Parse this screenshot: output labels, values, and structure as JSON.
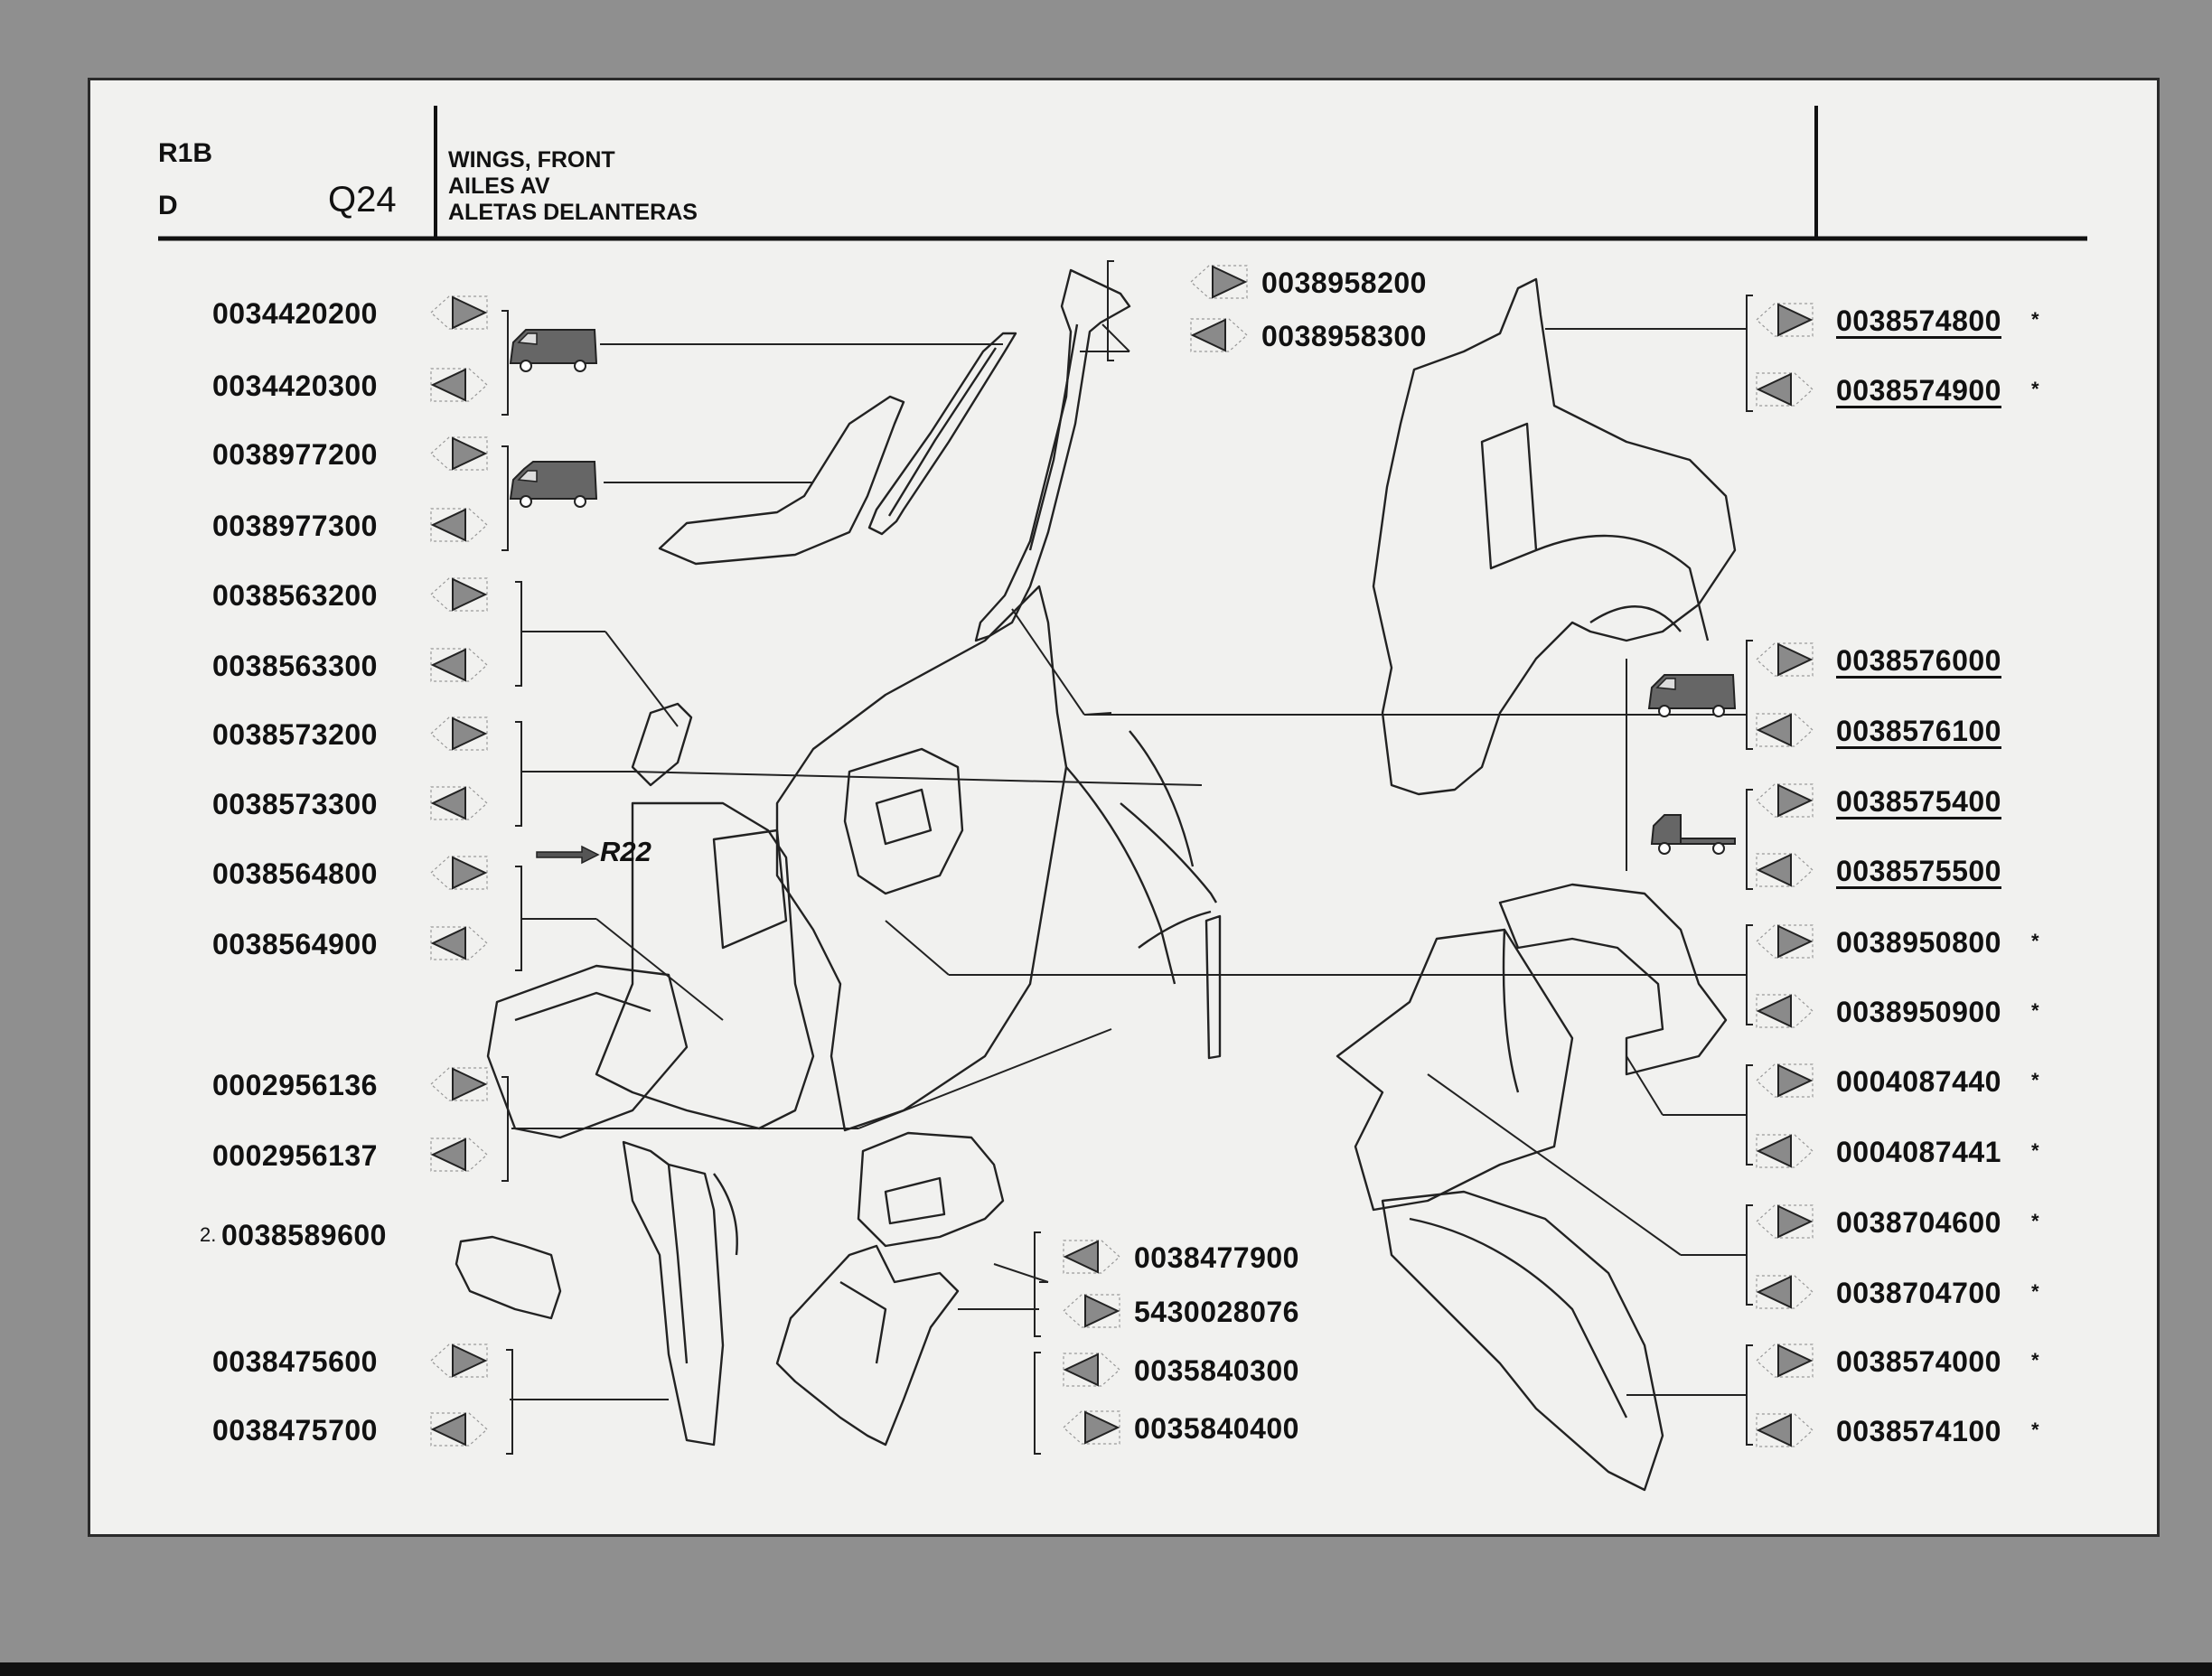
{
  "header": {
    "model_code": "R1B",
    "lang_code": "D",
    "page_code": "Q24",
    "titles": [
      "WINGS, FRONT",
      "AILES AV",
      "ALETAS DELANTERAS"
    ]
  },
  "reference": "R22",
  "left_parts": [
    {
      "number": "0034420200",
      "side": "right"
    },
    {
      "number": "0034420300",
      "side": "left"
    },
    {
      "number": "0038977200",
      "side": "right"
    },
    {
      "number": "0038977300",
      "side": "left"
    },
    {
      "number": "0038563200",
      "side": "right"
    },
    {
      "number": "0038563300",
      "side": "left"
    },
    {
      "number": "0038573200",
      "side": "right"
    },
    {
      "number": "0038573300",
      "side": "left"
    },
    {
      "number": "0038564800",
      "side": "right"
    },
    {
      "number": "0038564900",
      "side": "left"
    },
    {
      "number": "0002956136",
      "side": "right"
    },
    {
      "number": "0002956137",
      "side": "left"
    },
    {
      "number": "0038589600",
      "quantity": "2."
    },
    {
      "number": "0038475600",
      "side": "right"
    },
    {
      "number": "0038475700",
      "side": "left"
    }
  ],
  "center_parts": [
    {
      "number": "0038958200",
      "side": "right"
    },
    {
      "number": "0038958300",
      "side": "left"
    },
    {
      "number": "0038477900",
      "side": "left"
    },
    {
      "number": "5430028076",
      "side": "right"
    },
    {
      "number": "0035840300",
      "side": "left"
    },
    {
      "number": "0035840400",
      "side": "right"
    }
  ],
  "right_parts": [
    {
      "number": "0038574800",
      "mark": "*",
      "underlined": true,
      "side": "right"
    },
    {
      "number": "0038574900",
      "mark": "*",
      "underlined": true,
      "side": "left"
    },
    {
      "number": "0038576000",
      "underlined": true,
      "side": "right"
    },
    {
      "number": "0038576100",
      "underlined": true,
      "side": "left"
    },
    {
      "number": "0038575400",
      "underlined": true,
      "side": "right"
    },
    {
      "number": "0038575500",
      "underlined": true,
      "side": "left"
    },
    {
      "number": "0038950800",
      "mark": "*",
      "side": "right"
    },
    {
      "number": "0038950900",
      "mark": "*",
      "side": "left"
    },
    {
      "number": "0004087440",
      "mark": "*",
      "side": "right"
    },
    {
      "number": "0004087441",
      "mark": "*",
      "side": "left"
    },
    {
      "number": "0038704600",
      "mark": "*",
      "side": "right"
    },
    {
      "number": "0038704700",
      "mark": "*",
      "side": "left"
    },
    {
      "number": "0038574000",
      "mark": "*",
      "side": "right"
    },
    {
      "number": "0038574100",
      "mark": "*",
      "side": "left"
    }
  ],
  "vehicle_icons": [
    "van-icon",
    "high-roof-van-icon",
    "van-icon",
    "chassis-cab-icon"
  ]
}
